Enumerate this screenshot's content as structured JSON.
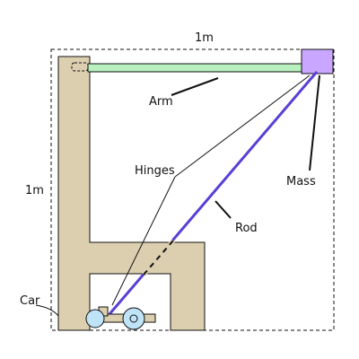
{
  "labels": {
    "width": "1m",
    "height": "1m",
    "arm": "Arm",
    "hinges": "Hinges",
    "mass": "Mass",
    "rod": "Rod",
    "car": "Car"
  },
  "colors": {
    "frame": "#dccfb0",
    "arm": "#b8f0c0",
    "mass": "#c9a6ff",
    "rod": "#5a3fd6",
    "wheel": "#bfe3f7",
    "outline": "#111111"
  }
}
